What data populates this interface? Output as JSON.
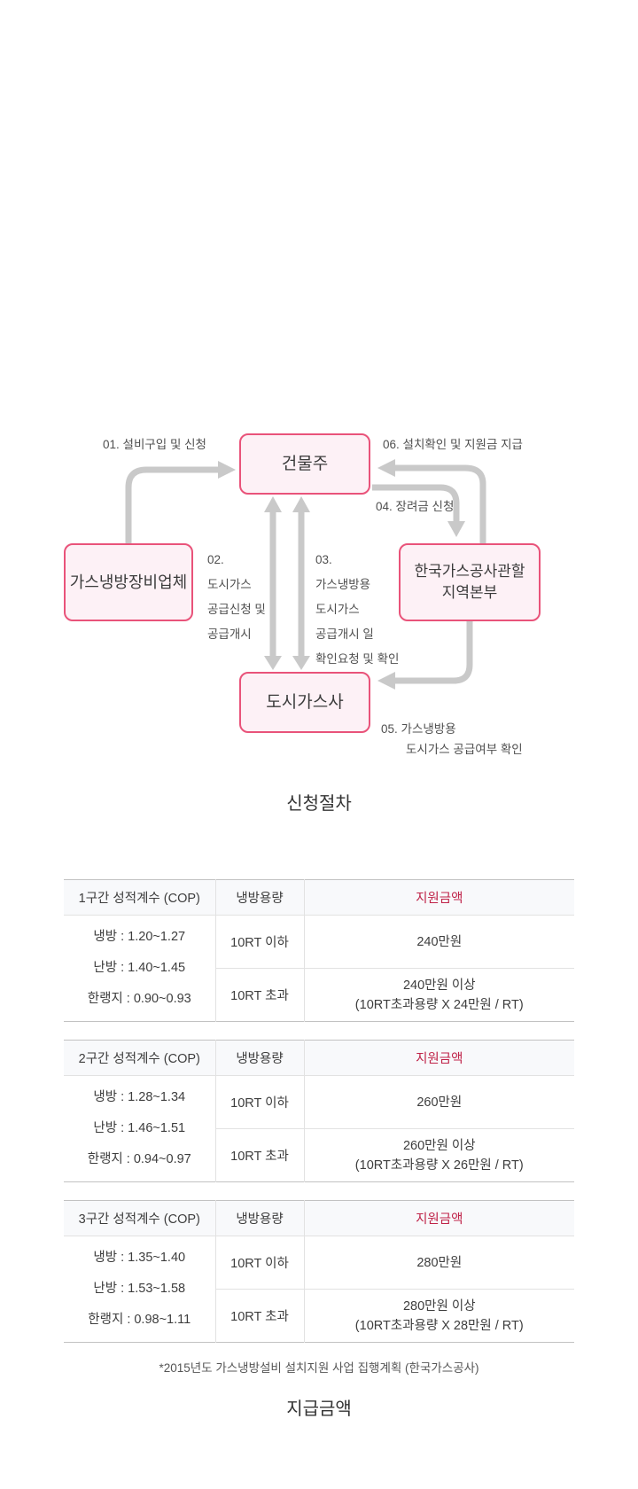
{
  "colors": {
    "accent": "#bf2248",
    "box-border": "#e9537a",
    "box-fill": "#fdf1f6",
    "arrow": "#c9c9c9"
  },
  "diagram": {
    "nodes": {
      "building_owner": "건물주",
      "equipment_company": "가스냉방장비업체",
      "kogas_hq": [
        "한국가스공사관할",
        "지역본부"
      ],
      "city_gas": "도시가스사"
    },
    "steps": {
      "s01": "01. 설비구입 및 신청",
      "s02": [
        "02.",
        "도시가스",
        "공급신청 및",
        "공급개시"
      ],
      "s03": [
        "03.",
        "가스냉방용",
        "도시가스",
        "공급개시 일",
        "확인요청 및 확인"
      ],
      "s04": "04. 장려금 신청",
      "s05_line1": "05. 가스냉방용",
      "s05_line2": "도시가스 공급여부 확인",
      "s06": "06. 설치확인 및 지원금 지급"
    }
  },
  "headings": {
    "procedure": "신청절차",
    "payment": "지급금액"
  },
  "tables": [
    {
      "header": [
        "1구간 성적계수 (COP)",
        "냉방용량",
        "지원금액"
      ],
      "cop_lines": [
        "냉방 : 1.20~1.27",
        "난방 : 1.40~1.45",
        "한랭지 : 0.90~0.93"
      ],
      "rows": [
        {
          "capacity": "10RT 이하",
          "amount": [
            "240만원"
          ]
        },
        {
          "capacity": "10RT 초과",
          "amount": [
            "240만원 이상",
            "(10RT초과용량 X 24만원 / RT)"
          ]
        }
      ]
    },
    {
      "header": [
        "2구간 성적계수 (COP)",
        "냉방용량",
        "지원금액"
      ],
      "cop_lines": [
        "냉방 : 1.28~1.34",
        "난방 : 1.46~1.51",
        "한랭지 : 0.94~0.97"
      ],
      "rows": [
        {
          "capacity": "10RT 이하",
          "amount": [
            "260만원"
          ]
        },
        {
          "capacity": "10RT 초과",
          "amount": [
            "260만원 이상",
            "(10RT초과용량 X 26만원 / RT)"
          ]
        }
      ]
    },
    {
      "header": [
        "3구간 성적계수 (COP)",
        "냉방용량",
        "지원금액"
      ],
      "cop_lines": [
        "냉방 : 1.35~1.40",
        "난방 : 1.53~1.58",
        "한랭지 : 0.98~1.11"
      ],
      "rows": [
        {
          "capacity": "10RT 이하",
          "amount": [
            "280만원"
          ]
        },
        {
          "capacity": "10RT 초과",
          "amount": [
            "280만원 이상",
            "(10RT초과용량 X 28만원 / RT)"
          ]
        }
      ]
    }
  ],
  "footnote": "*2015년도 가스냉방설비 설치지원 사업 집행계획 (한국가스공사)"
}
